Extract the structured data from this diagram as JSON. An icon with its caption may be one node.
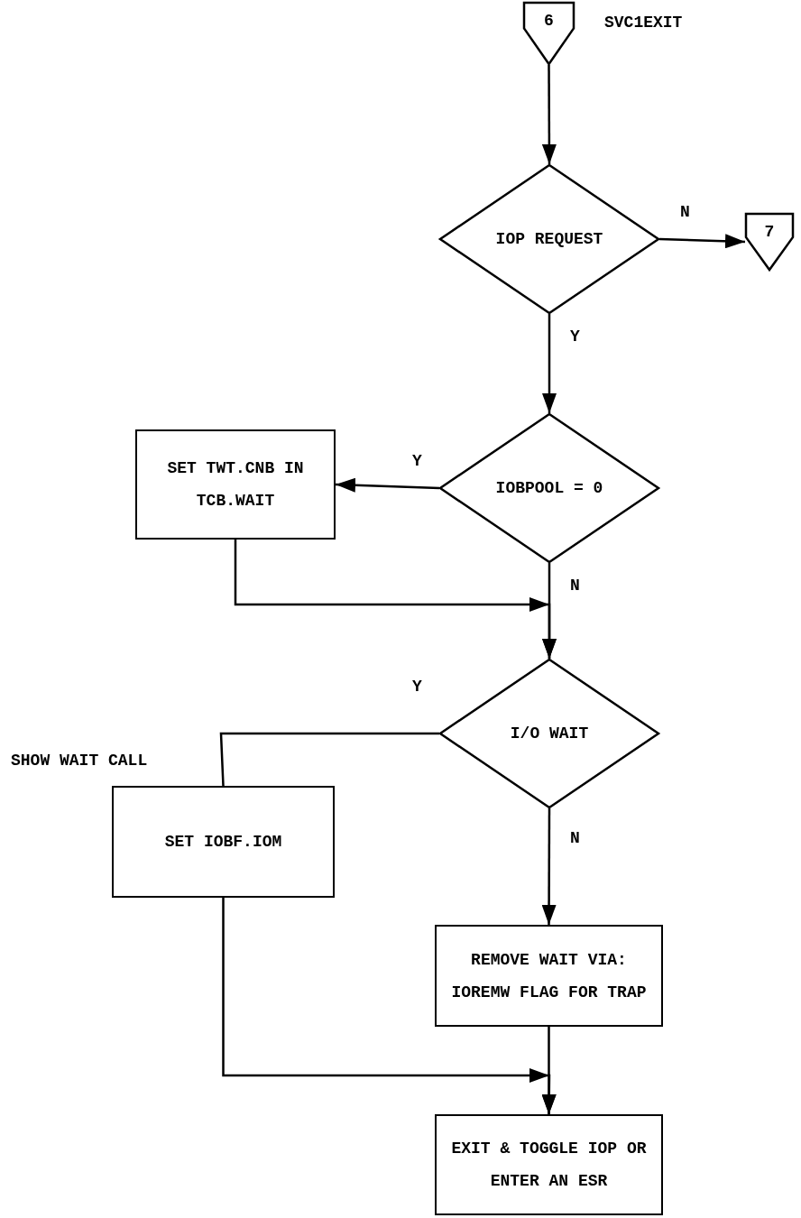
{
  "diagram": {
    "nodes": [
      {
        "text": [
          "6"
        ],
        "beside": [
          "SVC1EXIT"
        ]
      },
      {
        "text": [
          "IOP REQUEST"
        ]
      },
      {
        "text": [
          "7"
        ]
      },
      {
        "text": [
          "IOBPOOL = 0"
        ]
      },
      {
        "text": [
          "SET TWT.CNB IN TCB.WAIT"
        ]
      },
      {
        "text": [
          "I/O WAIT"
        ]
      },
      {
        "text": [
          "SET IOBF.IOM"
        ]
      },
      {
        "text": [
          "REMOVE WAIT VIA: IOREMW FLAG FOR TRAP"
        ]
      },
      {
        "text": [
          "EXIT & TOGGLE IOP OR ENTER AN ESR"
        ]
      }
    ],
    "edges": [
      {
        "from": 0,
        "to": 1,
        "arrow": "to"
      },
      {
        "from": 1,
        "to": 2,
        "arrow": "to",
        "label": "N"
      },
      {
        "from": 1,
        "to": 3,
        "arrow": "to",
        "label": "Y"
      },
      {
        "from": 3,
        "to": 4,
        "arrow": "to",
        "label": "Y"
      },
      {
        "from": 4,
        "to": 5,
        "arrow": "to"
      },
      {
        "from": 3,
        "to": 5,
        "arrow": "to",
        "label": "N"
      },
      {
        "from": 5,
        "to": 6,
        "arrow": "none",
        "label": "Y"
      },
      {
        "from": 5,
        "to": 7,
        "arrow": "to",
        "label": "N"
      },
      {
        "from": 6,
        "to": 8,
        "arrow": "to"
      },
      {
        "from": 7,
        "to": 8,
        "arrow": "to"
      }
    ],
    "labels": [
      "SHOW WAIT CALL"
    ]
  }
}
